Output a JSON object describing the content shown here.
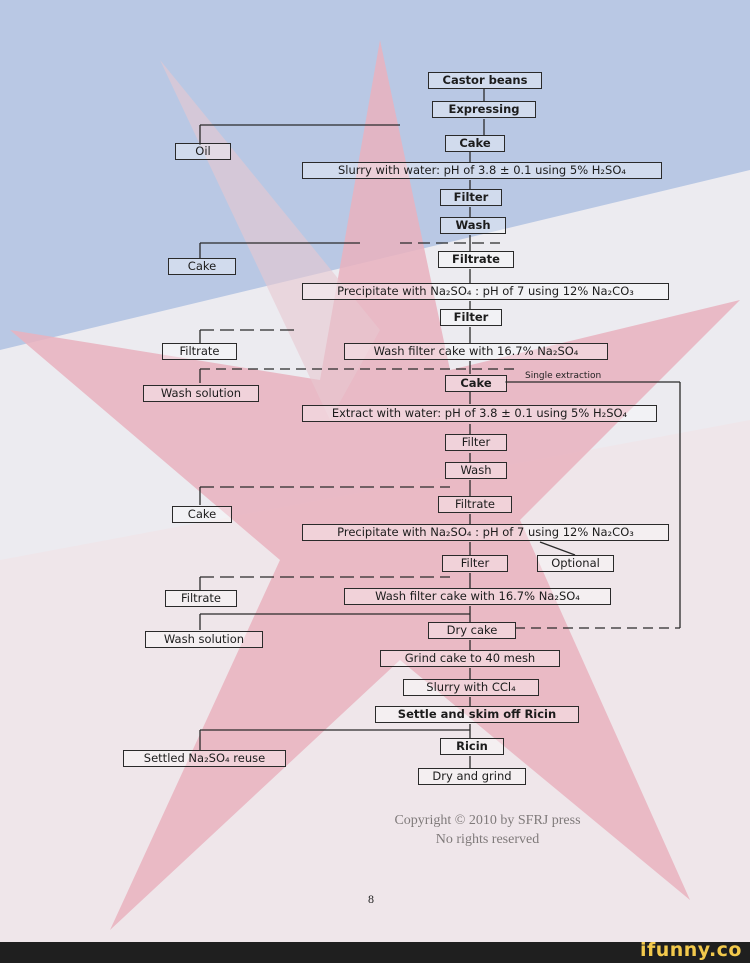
{
  "flow": {
    "castor_beans": "Castor beans",
    "expressing": "Expressing",
    "oil": "Oil",
    "cake_1": "Cake",
    "slurry": "Slurry with water: pH of 3.8 ± 0.1 using 5% H₂SO₄",
    "filter_1": "Filter",
    "wash_1": "Wash",
    "cake_2": "Cake",
    "filtrate_1": "Filtrate",
    "precipitate_1": "Precipitate with Na₂SO₄ : pH of 7 using 12% Na₂CO₃",
    "filter_2": "Filter",
    "filtrate_2": "Filtrate",
    "wash_filter_cake_1": "Wash filter cake with 16.7% Na₂SO₄",
    "wash_solution_1": "Wash solution",
    "cake_3": "Cake",
    "single_extraction": "Single extraction",
    "extract": "Extract with water: pH of 3.8 ± 0.1 using 5% H₂SO₄",
    "filter_3": "Filter",
    "wash_2": "Wash",
    "cake_4": "Cake",
    "filtrate_3": "Filtrate",
    "precipitate_2": "Precipitate with Na₂SO₄ : pH of 7 using 12% Na₂CO₃",
    "filter_4": "Filter",
    "optional": "Optional",
    "filtrate_4": "Filtrate",
    "wash_filter_cake_2": "Wash filter cake with 16.7% Na₂SO₄",
    "wash_solution_2": "Wash solution",
    "dry_cake": "Dry cake",
    "grind_cake": "Grind cake to 40 mesh",
    "slurry_ccl4": "Slurry with CCl₄",
    "settle": "Settle and skim off Ricin",
    "settled": "Settled Na₂SO₄ reuse",
    "ricin": "Ricin",
    "dry_and_grind": "Dry and grind"
  },
  "copyright": "Copyright © 2010 by SFRJ press",
  "rights": "No rights reserved",
  "page_number": "8",
  "watermark": "ifunny.co"
}
